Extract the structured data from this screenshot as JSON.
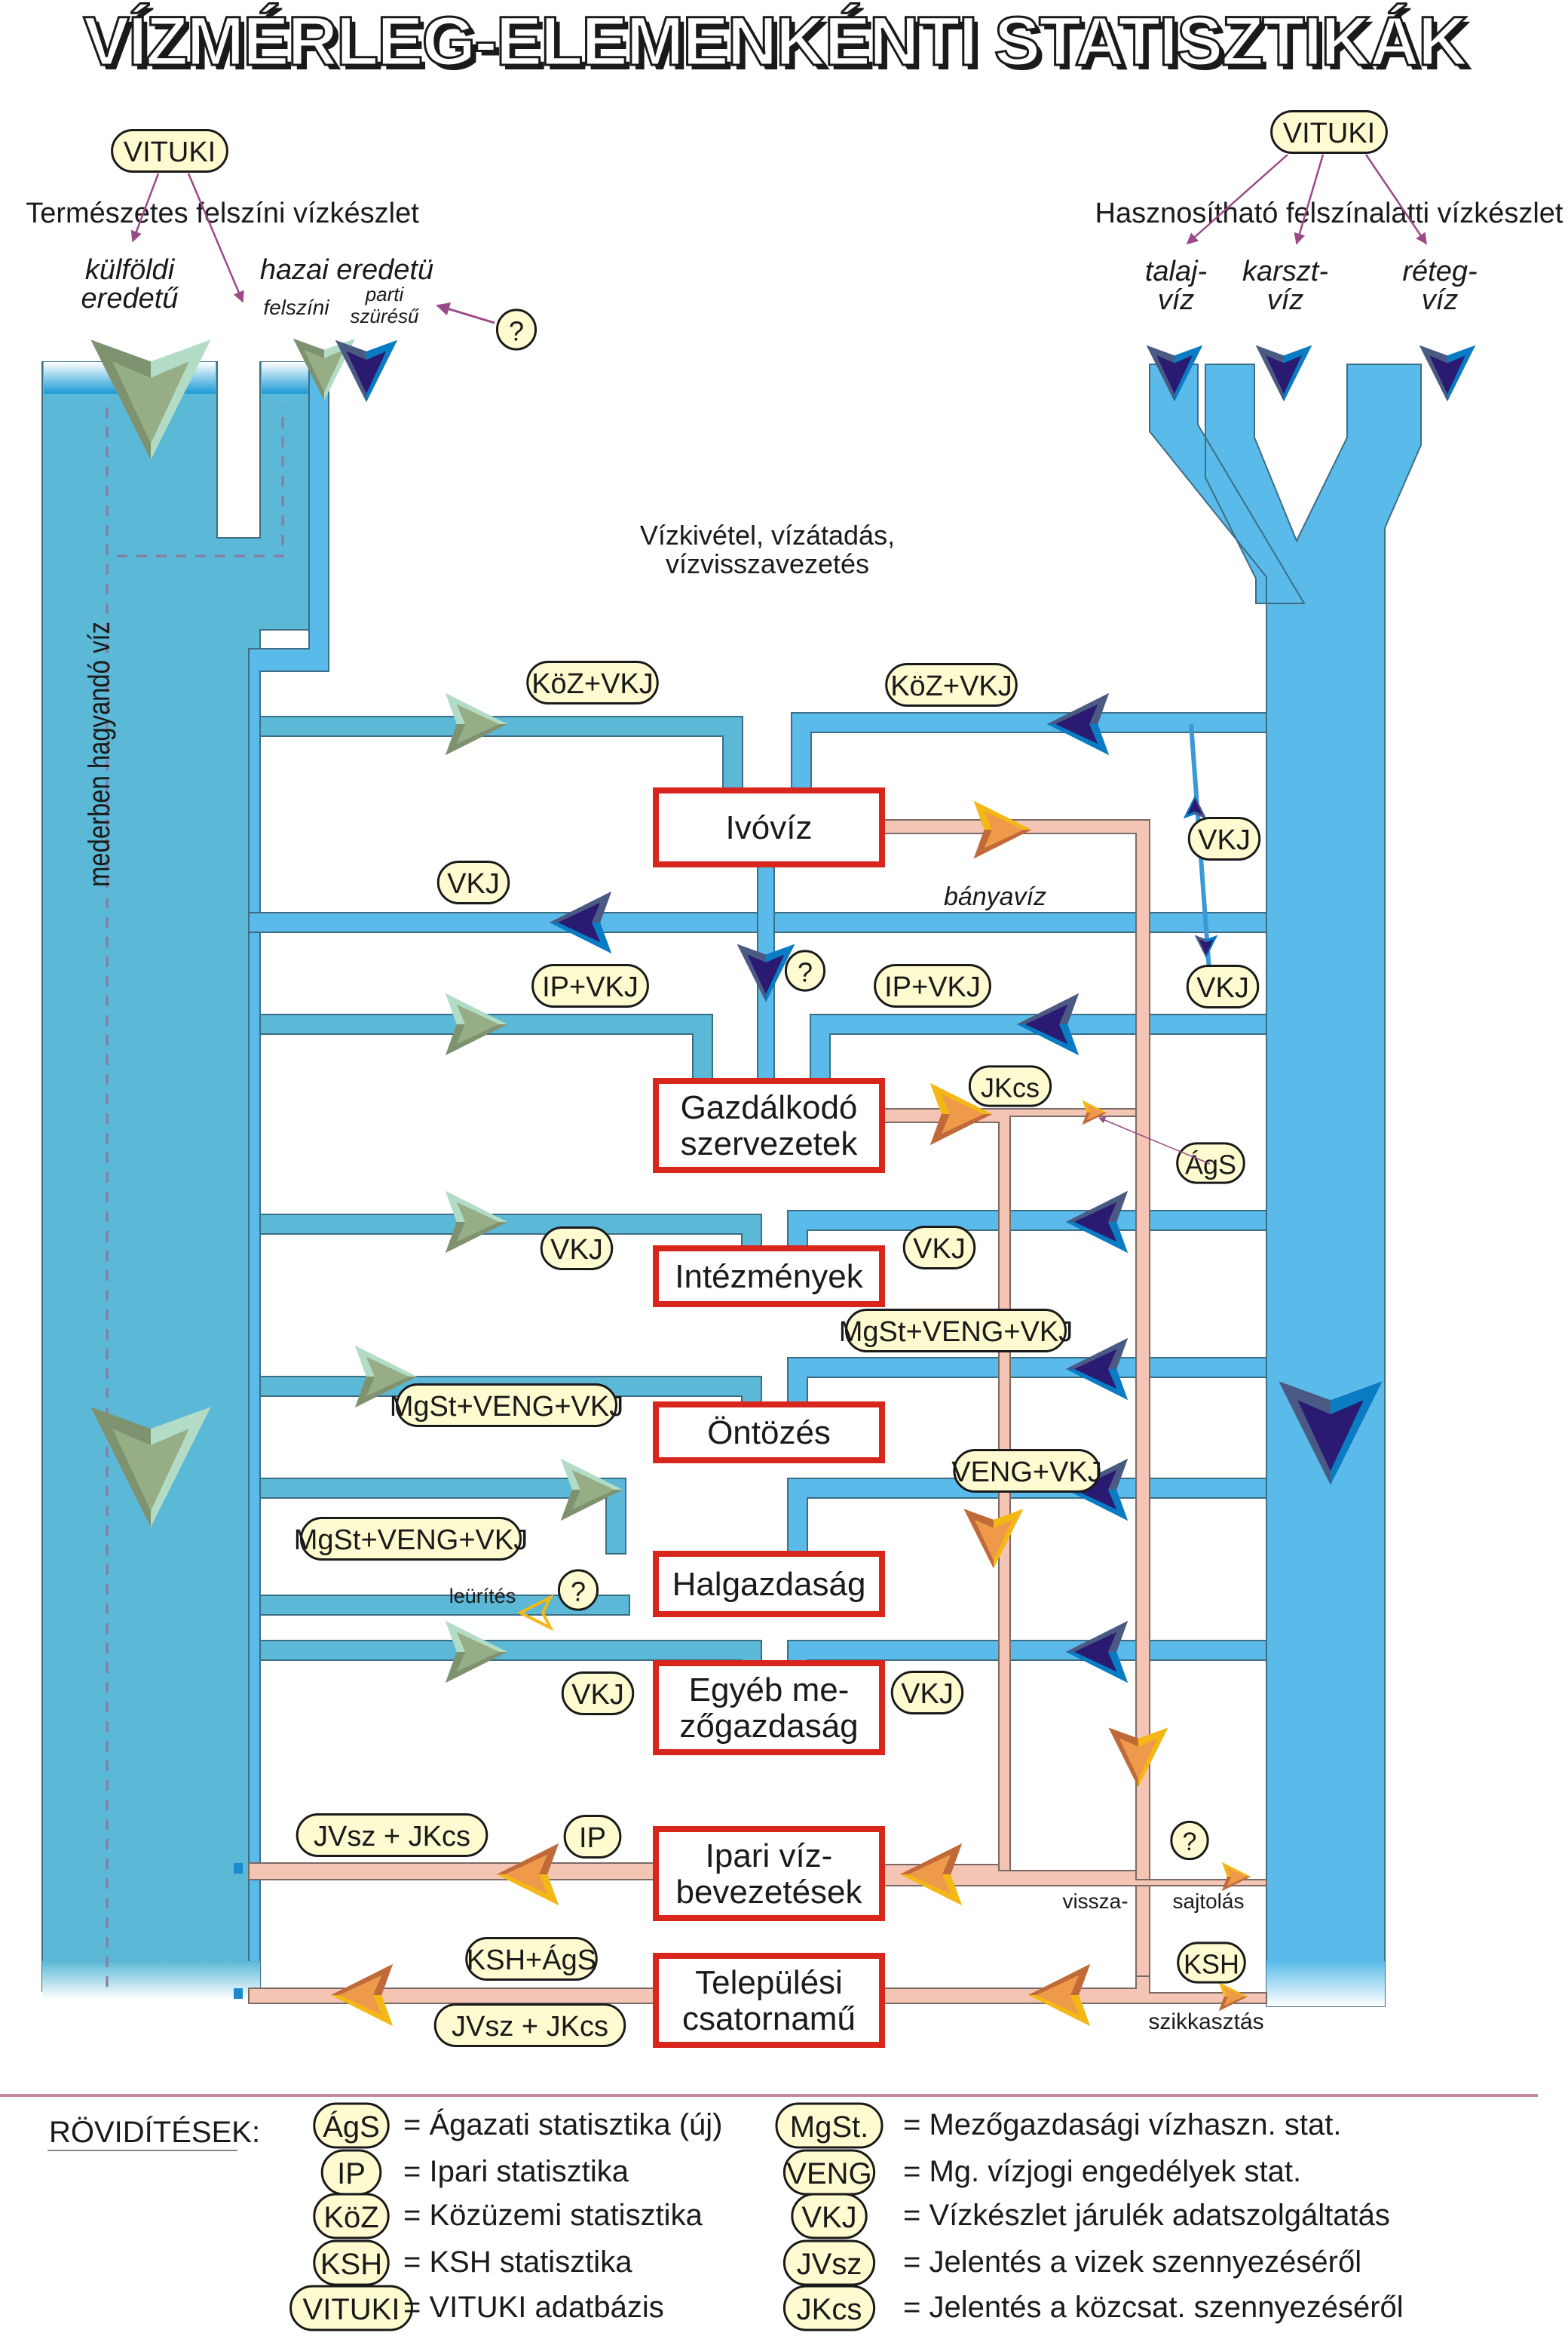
{
  "title": "VÍZMÉRLEG-ELEMENKÉNTI STATISZTIKÁK",
  "left_source": {
    "badge": "VITUKI",
    "heading": "Természetes felszíni vízkészlet",
    "foreign": [
      "külföldi",
      "eredetű"
    ],
    "domestic": "hazai eredetü",
    "surface": "felszíni",
    "bank_filtered": [
      "parti",
      "szürésű"
    ],
    "question": "?",
    "vertical_label": "mederben hagyandó víz"
  },
  "right_source": {
    "badge": "VITUKI",
    "heading": "Hasznosítható felszínalatti vízkészlet",
    "types": [
      [
        "talaj-",
        "víz"
      ],
      [
        "karszt-",
        "víz"
      ],
      [
        "réteg-",
        "víz"
      ]
    ]
  },
  "center_heading": [
    "Vízkivétel, vízátadás,",
    "vízvisszavezetés"
  ],
  "nodes": [
    {
      "lines": [
        "Ivóvíz"
      ]
    },
    {
      "lines": [
        "Gazdálkodó",
        "szervezetek"
      ]
    },
    {
      "lines": [
        "Intézmények"
      ]
    },
    {
      "lines": [
        "Öntözés"
      ]
    },
    {
      "lines": [
        "Halgazdaság"
      ]
    },
    {
      "lines": [
        "Egyéb me-",
        "zőgazdaság"
      ]
    },
    {
      "lines": [
        "Ipari víz-",
        "bevezetések"
      ]
    },
    {
      "lines": [
        "Települési",
        "csatornamű"
      ]
    }
  ],
  "badges": {
    "ivoviz_left": "KöZ+VKJ",
    "ivoviz_right": "KöZ+VKJ",
    "banyaviz_left": "VKJ",
    "vkj_vertical_1": "VKJ",
    "vkj_vertical_2": "VKJ",
    "gazd_left": "IP+VKJ",
    "gazd_right": "IP+VKJ",
    "gazd_q": "?",
    "jkcs": "JKcs",
    "ags": "ÁgS",
    "int_left": "VKJ",
    "int_right": "VKJ",
    "ont_right": "MgSt+VENG+VKJ",
    "ont_left": "MgSt+VENG+VKJ",
    "hal_right": "VENG+VKJ",
    "hal_left": "MgSt+VENG+VKJ",
    "hal_q": "?",
    "egyeb_left": "VKJ",
    "egyeb_right": "VKJ",
    "ipari_left": "JVsz + JKcs",
    "ipari_ip": "IP",
    "ipari_q": "?",
    "telep_top": "KSH+ÁgS",
    "telep_bottom": "JVsz + JKcs",
    "telep_ksh": "KSH"
  },
  "labels": {
    "banyaviz": "bányavíz",
    "leurites": "leürítés",
    "vissza": "vissza-",
    "sajtolas": "sajtolás",
    "szikkasztas": "szikkasztás"
  },
  "legend": {
    "heading": "RÖVIDÍTÉSEK:",
    "left": [
      {
        "key": "ÁgS",
        "desc": "= Ágazati statisztika (új)"
      },
      {
        "key": "IP",
        "desc": "= Ipari statisztika"
      },
      {
        "key": "KöZ",
        "desc": "= Közüzemi statisztika"
      },
      {
        "key": "KSH",
        "desc": "= KSH statisztika"
      },
      {
        "key": "VITUKI",
        "desc": "= VITUKI adatbázis"
      }
    ],
    "right": [
      {
        "key": "MgSt.",
        "desc": "= Mezőgazdasági vízhaszn. stat."
      },
      {
        "key": "VENG",
        "desc": "= Mg. vízjogi engedélyek stat."
      },
      {
        "key": "VKJ",
        "desc": "= Vízkészlet járulék adatszolgáltatás"
      },
      {
        "key": "JVsz",
        "desc": "= Jelentés a vizek szennyezéséről"
      },
      {
        "key": "JKcs",
        "desc": "= Jelentés a közcsat. szennyezéséről"
      }
    ]
  },
  "colors": {
    "surface_water": "#5bb8d6",
    "ground_water": "#5abae9",
    "waste_water": "#f4c4b4",
    "node_border": "#d9261c",
    "badge_fill": "#fffbd0",
    "arrow_green": "#97ad85",
    "arrow_navy": "#2a1a72",
    "arrow_orange": "#ee9a4a",
    "info_arrow": "#9a4a86"
  }
}
